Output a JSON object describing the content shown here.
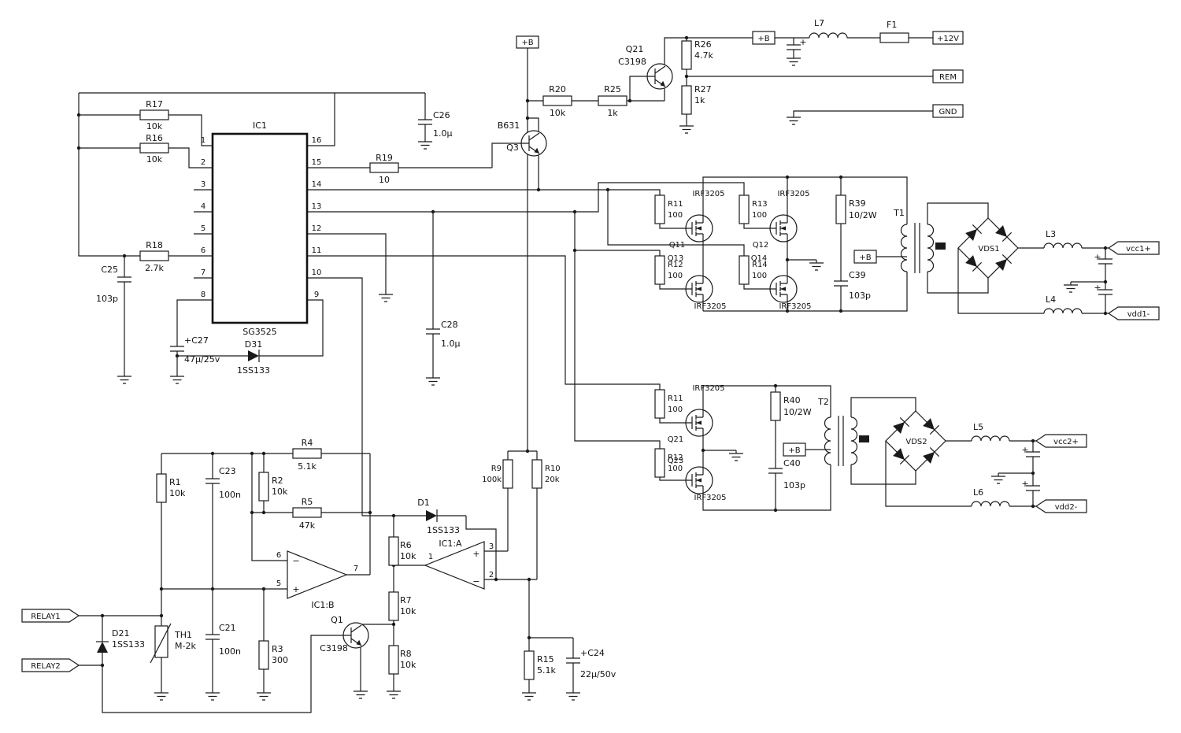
{
  "ic1": {
    "name": "IC1",
    "part": "SG3525",
    "pins_left": [
      "1",
      "2",
      "3",
      "4",
      "5",
      "6",
      "7",
      "8"
    ],
    "pins_right": [
      "16",
      "15",
      "14",
      "13",
      "12",
      "11",
      "10",
      "9"
    ]
  },
  "opamp_b": {
    "name": "IC1:B",
    "pin_minus": "6",
    "pin_plus": "5",
    "pin_out": "7",
    "minus": "−",
    "plus": "+"
  },
  "opamp_a": {
    "name": "IC1:A",
    "pin_plus": "3",
    "pin_minus": "2",
    "pin_out": "1",
    "minus": "−",
    "plus": "+"
  },
  "resistors": {
    "r1": {
      "n": "R1",
      "v": "10k"
    },
    "r2": {
      "n": "R2",
      "v": "10k"
    },
    "r3": {
      "n": "R3",
      "v": "300"
    },
    "r4": {
      "n": "R4",
      "v": "5.1k"
    },
    "r5": {
      "n": "R5",
      "v": "47k"
    },
    "r6": {
      "n": "R6",
      "v": "10k"
    },
    "r7": {
      "n": "R7",
      "v": "10k"
    },
    "r8": {
      "n": "R8",
      "v": "10k"
    },
    "r9": {
      "n": "R9",
      "v": "100k"
    },
    "r10": {
      "n": "R10",
      "v": "20k"
    },
    "r11": {
      "n": "R11",
      "v": "100"
    },
    "r11b": {
      "n": "R11",
      "v": "100"
    },
    "r12": {
      "n": "R12",
      "v": "100"
    },
    "r12b": {
      "n": "R12",
      "v": "100"
    },
    "r13": {
      "n": "R13",
      "v": "100"
    },
    "r14": {
      "n": "R14",
      "v": "100"
    },
    "r15": {
      "n": "R15",
      "v": "5.1k"
    },
    "r16": {
      "n": "R16",
      "v": "10k"
    },
    "r17": {
      "n": "R17",
      "v": "10k"
    },
    "r18": {
      "n": "R18",
      "v": "2.7k"
    },
    "r19": {
      "n": "R19",
      "v": "10"
    },
    "r20": {
      "n": "R20",
      "v": "10k"
    },
    "r25": {
      "n": "R25",
      "v": "1k"
    },
    "r26": {
      "n": "R26",
      "v": "4.7k"
    },
    "r27": {
      "n": "R27",
      "v": "1k"
    },
    "r39": {
      "n": "R39",
      "v": "10/2W"
    },
    "r40": {
      "n": "R40",
      "v": "10/2W"
    }
  },
  "capacitors": {
    "c21": {
      "n": "C21",
      "v": "100n"
    },
    "c23": {
      "n": "C23",
      "v": "100n"
    },
    "c24": {
      "n": "+C24",
      "v": "22µ/50v"
    },
    "c25": {
      "n": "C25",
      "v": "103p"
    },
    "c26": {
      "n": "C26",
      "v": "1.0µ"
    },
    "c27": {
      "n": "+C27",
      "v": "47µ/25v"
    },
    "c28": {
      "n": "C28",
      "v": "1.0µ"
    },
    "c39": {
      "n": "C39",
      "v": "103p"
    },
    "c40": {
      "n": "C40",
      "v": "103p"
    }
  },
  "diodes": {
    "d1": {
      "n": "D1",
      "v": "1SS133"
    },
    "d21": {
      "n": "D21",
      "v": "1SS133"
    },
    "d31": {
      "n": "D31",
      "v": "1SS133"
    }
  },
  "transistors": {
    "q1": {
      "n": "Q1",
      "v": "C3198"
    },
    "q3": {
      "n": "Q3",
      "v": "B631"
    },
    "q21": {
      "n": "Q21",
      "v": "C3198"
    }
  },
  "mosfets": {
    "q11": {
      "n": "Q11",
      "v": "IRF3205"
    },
    "q12": {
      "n": "Q12",
      "v": "IRF3205"
    },
    "q13": {
      "n": "Q13",
      "v": "IRF3205"
    },
    "q14": {
      "n": "Q14",
      "v": "IRF3205"
    },
    "q21": {
      "n": "Q21",
      "v": "IRF3205"
    },
    "q23": {
      "n": "Q23",
      "v": "IRF3205"
    }
  },
  "inductors": {
    "l3": "L3",
    "l4": "L4",
    "l5": "L5",
    "l6": "L6",
    "l7": "L7"
  },
  "fuse": {
    "n": "F1"
  },
  "transformers": {
    "t1": "T1",
    "t2": "T2"
  },
  "rectifiers": {
    "vds1": "VDS1",
    "vds2": "VDS2"
  },
  "thermistor": {
    "n": "TH1",
    "v": "M-2k"
  },
  "ports": {
    "plus_b": "+B",
    "v12": "+12V",
    "rem": "REM",
    "gnd": "GND",
    "vcc1": "vcc1+",
    "vdd1": "vdd1-",
    "vcc2": "vcc2+",
    "vdd2": "vdd2-",
    "relay1": "RELAY1",
    "relay2": "RELAY2"
  },
  "symbols": {
    "plus": "+"
  }
}
